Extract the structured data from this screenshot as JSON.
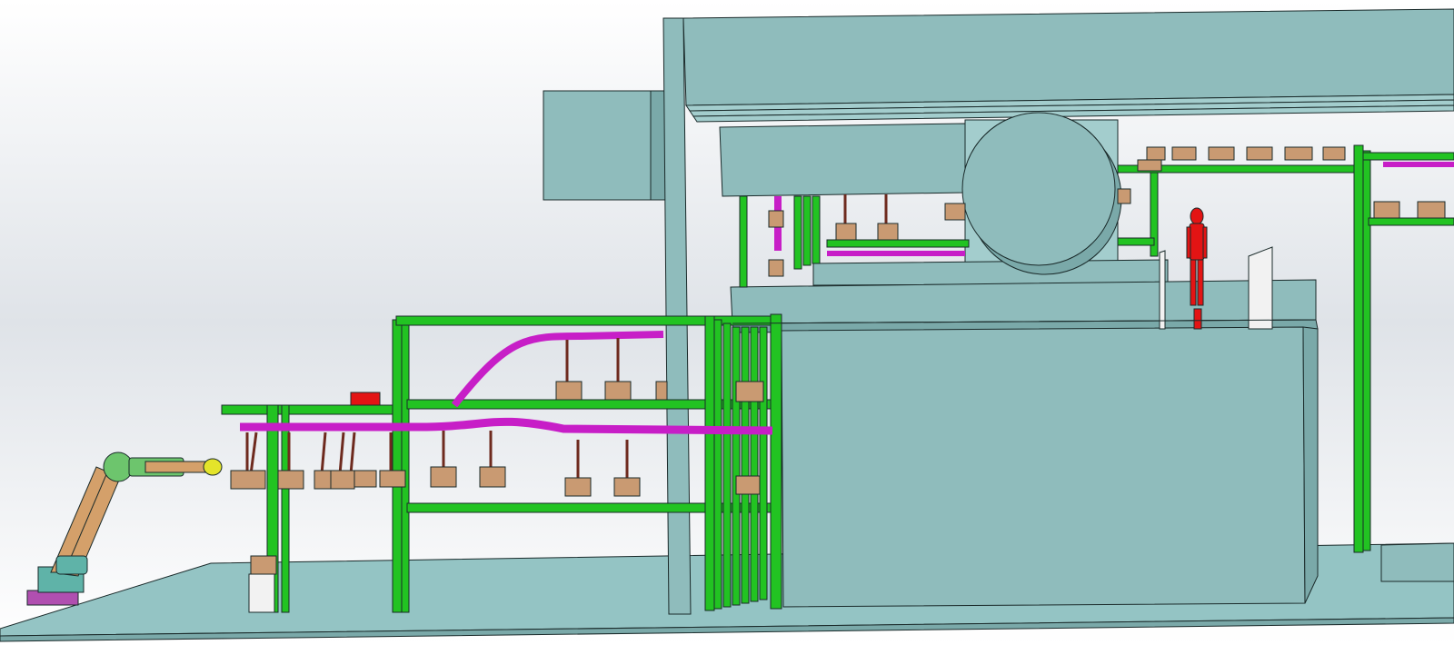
{
  "scene": {
    "kind": "cad-3d-model-viewport",
    "background_gradient": [
      "#ffffff",
      "#dfe3e8",
      "#ffffff"
    ],
    "colors": {
      "structure": "#8fbcbc",
      "structure_light": "#a3cdcd",
      "structure_dark": "#7aa9a9",
      "floor": "#94c4c4",
      "frame_green": "#22c322",
      "rail_magenta": "#c71ec7",
      "box_tan": "#c99a72",
      "hanger_brown": "#6e2a1e",
      "robot_tan": "#d4a06a",
      "robot_teal": "#5fb3a8",
      "robot_green": "#6dc56d",
      "robot_base_magenta": "#b04fb0",
      "human_red": "#e31414",
      "panel_white": "#f2f2f2",
      "gripper_yellow": "#e4e42a"
    },
    "objects": [
      "floor-slab",
      "industrial-robot-arm",
      "overhead-conveyor-frame",
      "magenta-conveyor-rail",
      "hanging-boxes",
      "main-building-structure",
      "cylindrical-drum",
      "exhaust-duct",
      "human-figure",
      "platform-deck"
    ]
  }
}
